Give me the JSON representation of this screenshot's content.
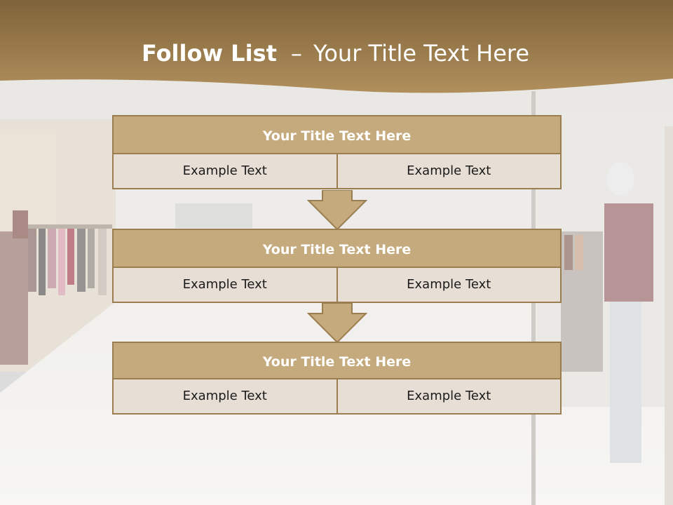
{
  "slide": {
    "title_bold": "Follow List",
    "title_sep": "–",
    "title_rest": "Your Title Text Here"
  },
  "blocks": [
    {
      "title": "Your Title Text Here",
      "left": "Example Text",
      "right": "Example Text"
    },
    {
      "title": "Your Title Text Here",
      "left": "Example Text",
      "right": "Example Text"
    },
    {
      "title": "Your Title Text Here",
      "left": "Example Text",
      "right": "Example Text"
    }
  ],
  "colors": {
    "header_gold": "#9a7b4a",
    "block_title": "#c4aa7c",
    "block_border": "#9b7e4f",
    "cell_fill": "#e7dfd5",
    "arrow_fill": "#c4aa7c"
  }
}
